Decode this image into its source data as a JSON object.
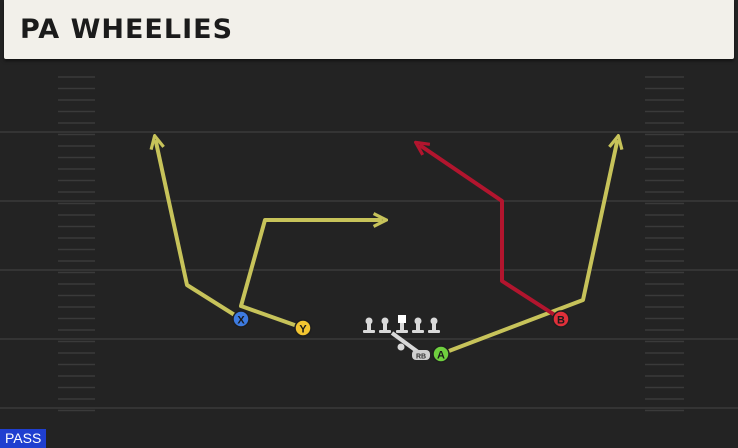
{
  "play": {
    "title": "PA WHEELIES",
    "type_badge": "PASS"
  },
  "players": {
    "x": "X",
    "y": "Y",
    "a": "A",
    "b": "B",
    "rb": "RB"
  },
  "colors": {
    "field": "#232323",
    "yard_line": "#3a3a3a",
    "route_yellow": "#c7c35a",
    "route_red": "#b2152e",
    "player_x": "#3d7be0",
    "player_y": "#f2c531",
    "player_a": "#6fd03f",
    "player_b": "#e0303a",
    "lineman": "#d9d9d9",
    "badge": "#1f3fd0"
  }
}
